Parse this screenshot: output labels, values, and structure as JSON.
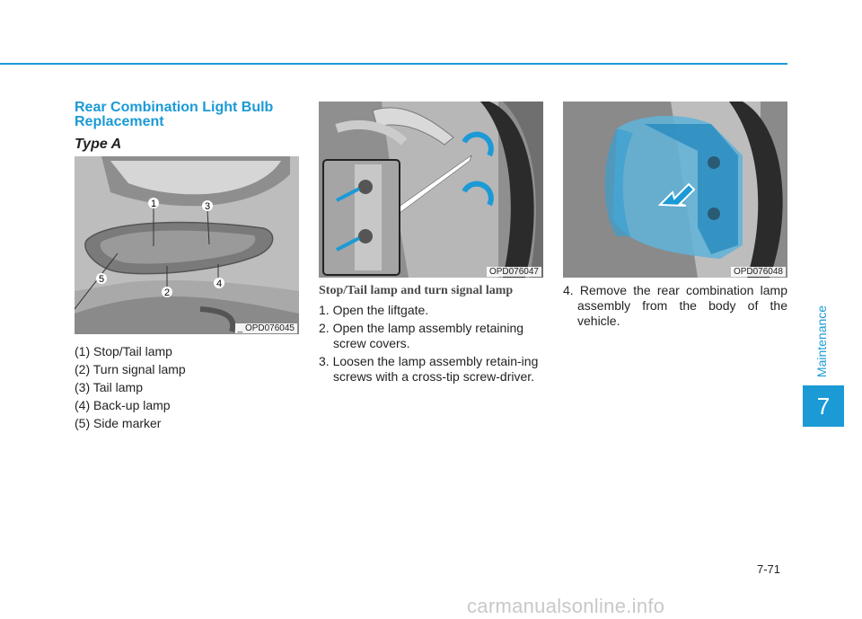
{
  "side_tab": {
    "label": "Maintenance",
    "chapter": "7"
  },
  "section_title": "Rear Combination Light Bulb Replacement",
  "type_label": "Type A",
  "figures": {
    "fig1": {
      "code": "OPD076045",
      "callouts": [
        "1",
        "2",
        "3",
        "4",
        "5"
      ]
    },
    "fig2": {
      "code": "OPD076047"
    },
    "fig3": {
      "code": "OPD076048"
    }
  },
  "legend": [
    "(1) Stop/Tail lamp",
    "(2) Turn signal lamp",
    "(3) Tail lamp",
    "(4) Back-up lamp",
    "(5) Side marker"
  ],
  "subheading": "Stop/Tail lamp and turn signal lamp",
  "steps": [
    "1. Open the liftgate.",
    "2. Open the lamp assembly retaining screw covers.",
    "3. Loosen the lamp assembly retain-ing screws with a cross-tip screw-driver."
  ],
  "steps_col3": [
    "4. Remove the rear combination lamp assembly from the body of the vehicle."
  ],
  "page_number": "7-71",
  "watermark": "carmanualsonline.info",
  "colors": {
    "accent": "#1b9ad6"
  }
}
